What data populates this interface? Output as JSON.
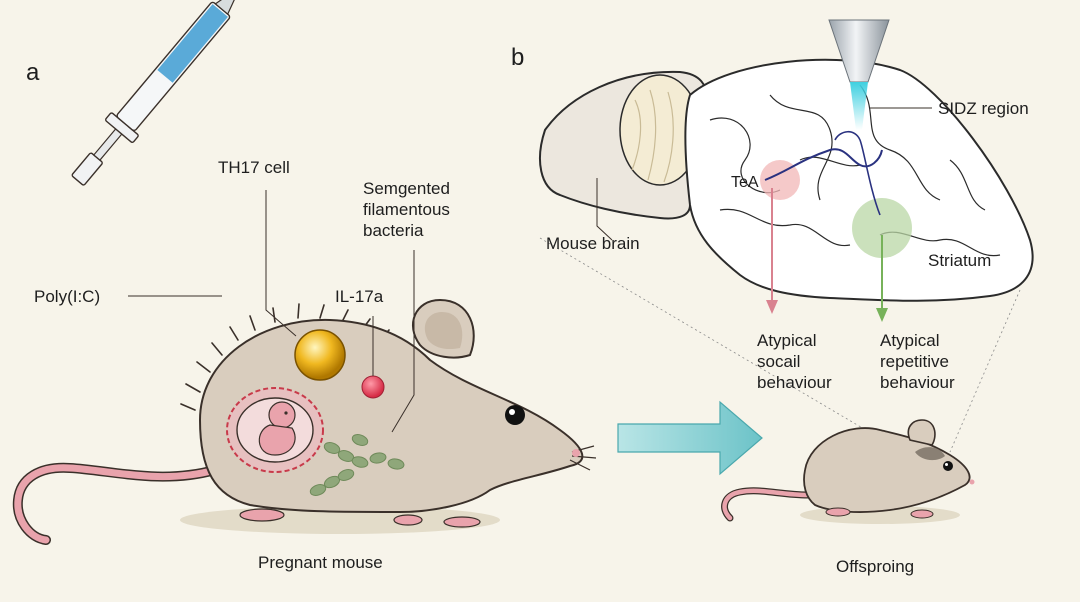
{
  "panels": {
    "a": "a",
    "b": "b"
  },
  "labels": {
    "th17": "TH17 cell",
    "sfb": "Semgented\nfilamentous\nbacteria",
    "polyic": "Poly(I:C)",
    "il17a": "IL-17a",
    "pregnant": "Pregnant mouse",
    "sidz": "SIDZ region",
    "tea": "TeA",
    "mouse_brain": "Mouse brain",
    "striatum": "Striatum",
    "social": "Atypical\nsocail\nbehaviour",
    "repetitive": "Atypical\nrepetitive\nbehaviour",
    "offspring": "Offsproing"
  },
  "colors": {
    "background": "#f7f4ea",
    "mouse_body": "#d9cdbe",
    "mouse_outline": "#3a302a",
    "tail": "#e9a3ac",
    "fetus_membrane": "#e7c0c0",
    "th17_cell": "#f0b820",
    "il17a": "#e8435a",
    "bacteria": "#8fa77a",
    "syringe_fluid": "#5aaad8",
    "arrow": "#8fd0d4",
    "probe_beam": "#3ed0e0",
    "tea_region": "#f2b7b7",
    "striatum_region": "#b9d7a5",
    "social_arrow": "#d9828f",
    "repetitive_arrow": "#77b25a",
    "brain_fill": "#ffffff",
    "olfactory_fill": "#ece7de"
  },
  "icons": [
    "syringe-icon",
    "pregnant-mouse-icon",
    "fetus-icon",
    "th17-cell-icon",
    "il17a-molecule-icon",
    "bacteria-icon",
    "arrow-right-icon",
    "brain-icon",
    "probe-icon",
    "offspring-mouse-icon"
  ]
}
